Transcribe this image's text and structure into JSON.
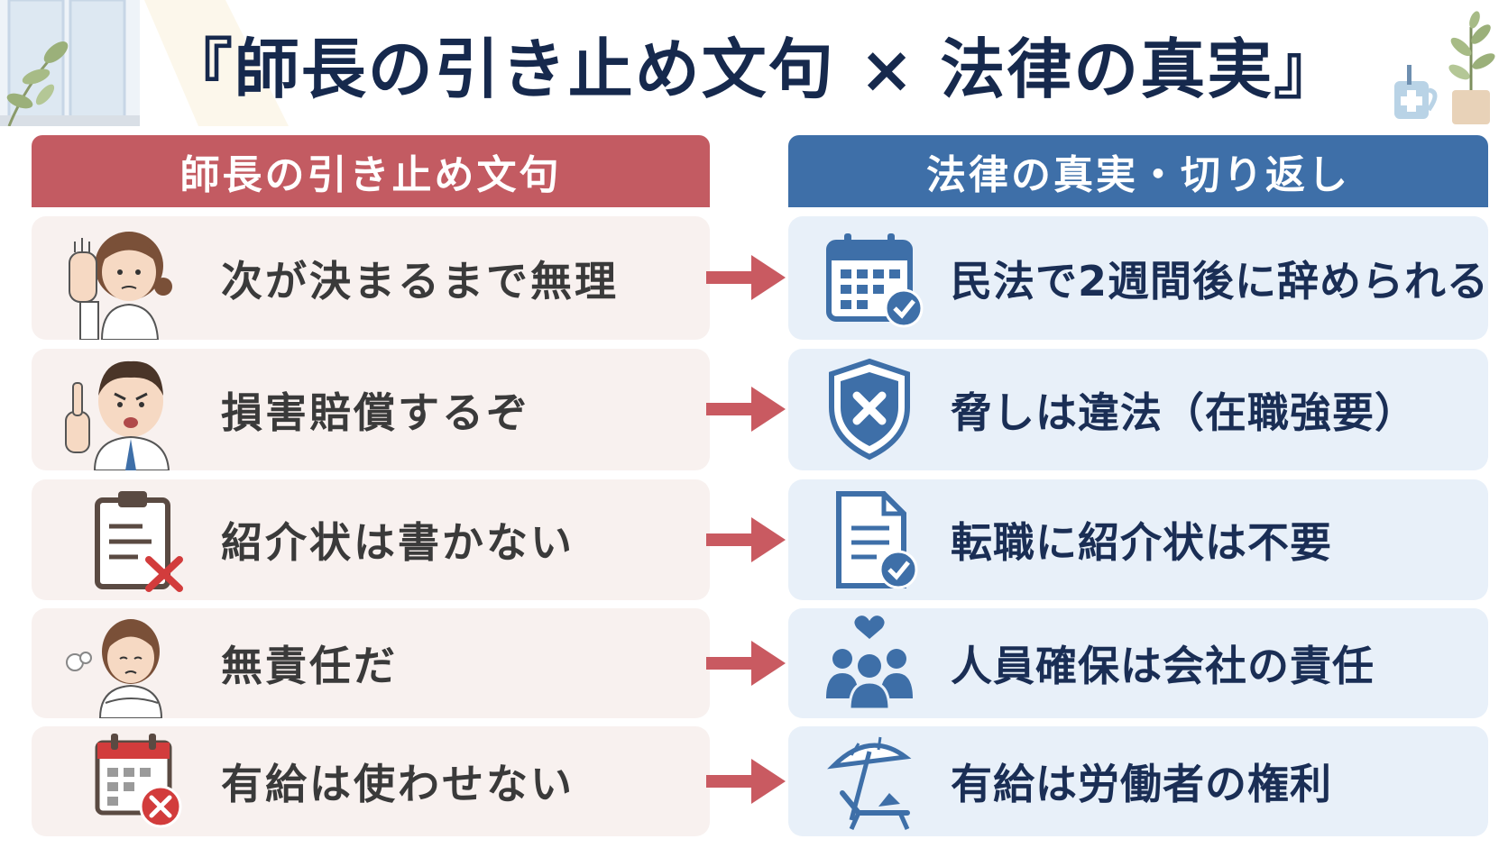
{
  "title": "『師長の引き止め文句 × 法律の真実』",
  "headers": {
    "left": "師長の引き止め文句",
    "right": "法律の真実・切り返し"
  },
  "rows": [
    {
      "phrase": "次が決まるまで無理",
      "truth": "民法で2週間後に辞められる",
      "left_icon": "nurse-raised-hand-icon",
      "right_icon": "calendar-check-icon"
    },
    {
      "phrase": "損害賠償するぞ",
      "truth": "脅しは違法（在職強要）",
      "left_icon": "angry-doctor-icon",
      "right_icon": "shield-x-icon"
    },
    {
      "phrase": "紹介状は書かない",
      "truth": "転職に紹介状は不要",
      "left_icon": "clipboard-x-icon",
      "right_icon": "document-check-icon"
    },
    {
      "phrase": "無責任だ",
      "truth": "人員確保は会社の責任",
      "left_icon": "sighing-nurse-icon",
      "right_icon": "people-heart-icon"
    },
    {
      "phrase": "有給は使わせない",
      "truth": "有給は労働者の権利",
      "left_icon": "calendar-x-icon",
      "right_icon": "beach-umbrella-icon"
    }
  ],
  "colors": {
    "left_accent": "#c35b62",
    "right_accent": "#3e6fa8",
    "left_card": "#f8f1ef",
    "right_card": "#e8f0f9",
    "title": "#16294d",
    "icon_blue": "#3e6fa8"
  }
}
